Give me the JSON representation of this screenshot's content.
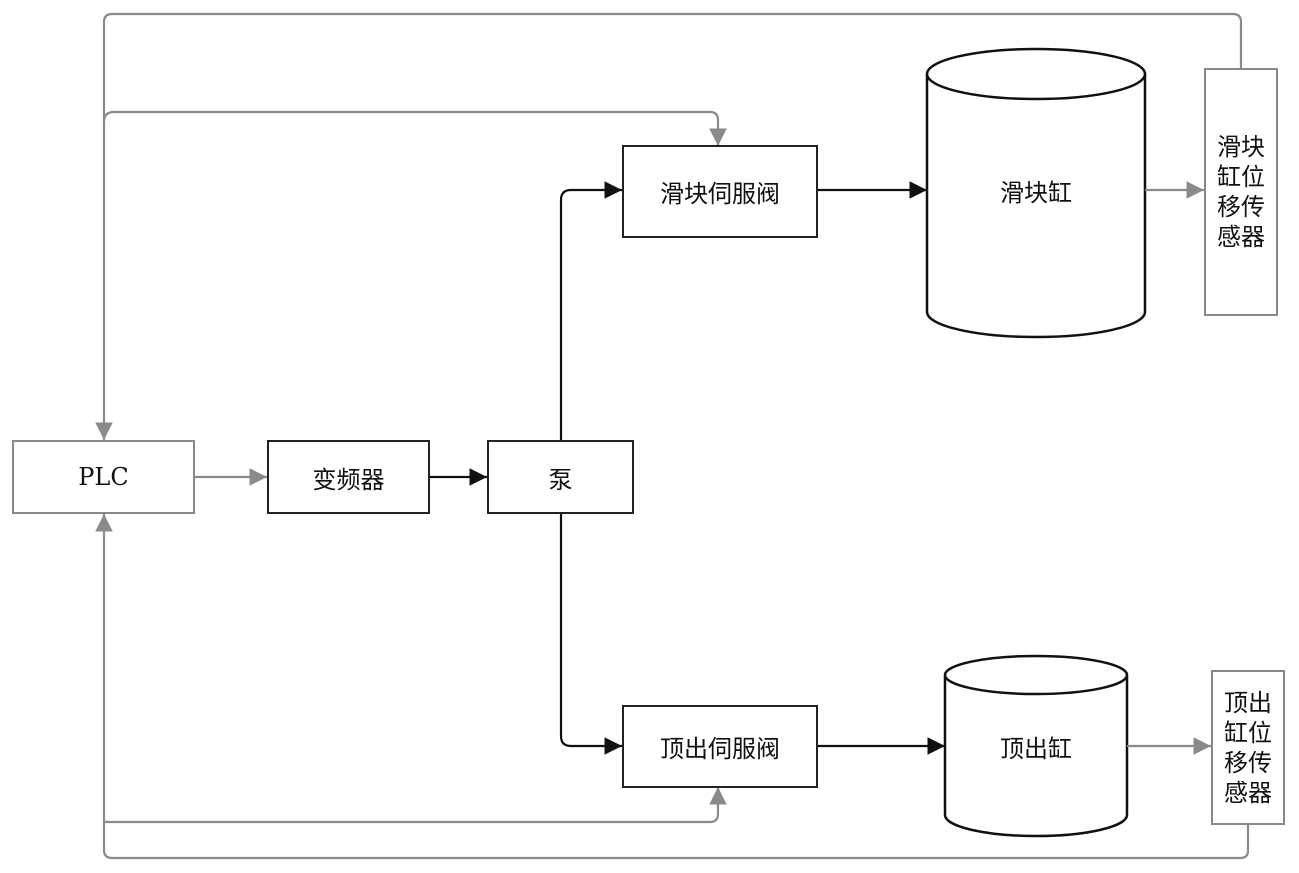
{
  "nodes": {
    "plc": "PLC",
    "inverter": "变频器",
    "pump": "泵",
    "slider_valve": "滑块伺服阀",
    "ejector_valve": "顶出伺服阀",
    "slider_cylinder": "滑块缸",
    "ejector_cylinder": "顶出缸",
    "slider_sensor_lines": [
      "滑块",
      "缸位",
      "移传",
      "感器"
    ],
    "ejector_sensor_lines": [
      "顶出",
      "缸位",
      "移传",
      "感器"
    ]
  },
  "colors": {
    "signal_line": "#8a8a8a",
    "hydraulic_line": "#111111",
    "box_border_black": "#222222",
    "box_border_gray": "#888888"
  }
}
